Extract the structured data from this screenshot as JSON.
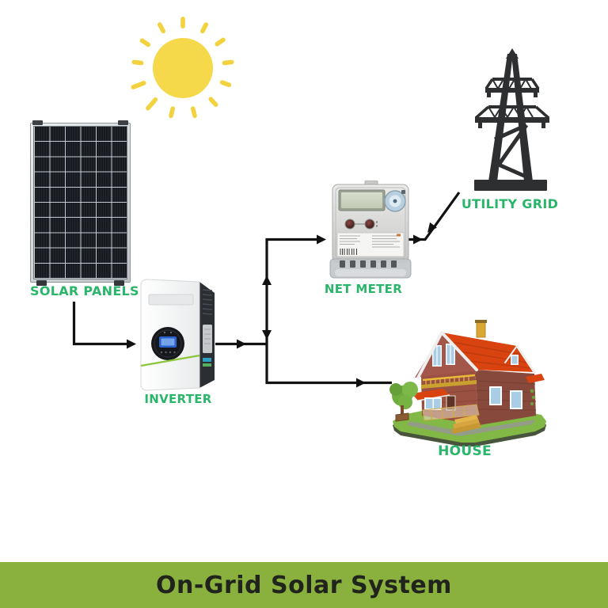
{
  "banner": {
    "title": "On-Grid Solar System"
  },
  "diagram": {
    "nodes": [
      {
        "id": "solar-panels",
        "label": "SOLAR PANELS",
        "icon": "solar-panel"
      },
      {
        "id": "inverter",
        "label": "INVERTER",
        "icon": "solar-inverter"
      },
      {
        "id": "net-meter",
        "label": "NET METER",
        "icon": "energy-meter"
      },
      {
        "id": "utility-grid",
        "label": "UTILITY GRID",
        "icon": "transmission-tower"
      },
      {
        "id": "house",
        "label": "HOUSE",
        "icon": "house"
      },
      {
        "id": "sun",
        "label": "",
        "icon": "sun"
      }
    ],
    "edges": [
      {
        "from": "solar-panels",
        "to": "inverter",
        "flow": "one-way"
      },
      {
        "from": "inverter",
        "to": "junction",
        "flow": "one-way"
      },
      {
        "from": "junction",
        "to": "net-meter",
        "flow": "bidirectional"
      },
      {
        "from": "net-meter",
        "to": "utility-grid",
        "flow": "bidirectional"
      },
      {
        "from": "junction",
        "to": "house",
        "flow": "one-way"
      }
    ]
  },
  "colors": {
    "label_green": "#2bb56b",
    "banner_background": "#8ab03e",
    "banner_text": "#20241c",
    "arrow_black": "#111111",
    "sun_yellow": "#f6d84b",
    "tower_dark": "#2e2f30",
    "panel_cell_dark": "#171a1f",
    "roof_red": "#d8430f",
    "grass_green": "#82b845",
    "inverter_accent_green": "#8cc63f"
  }
}
